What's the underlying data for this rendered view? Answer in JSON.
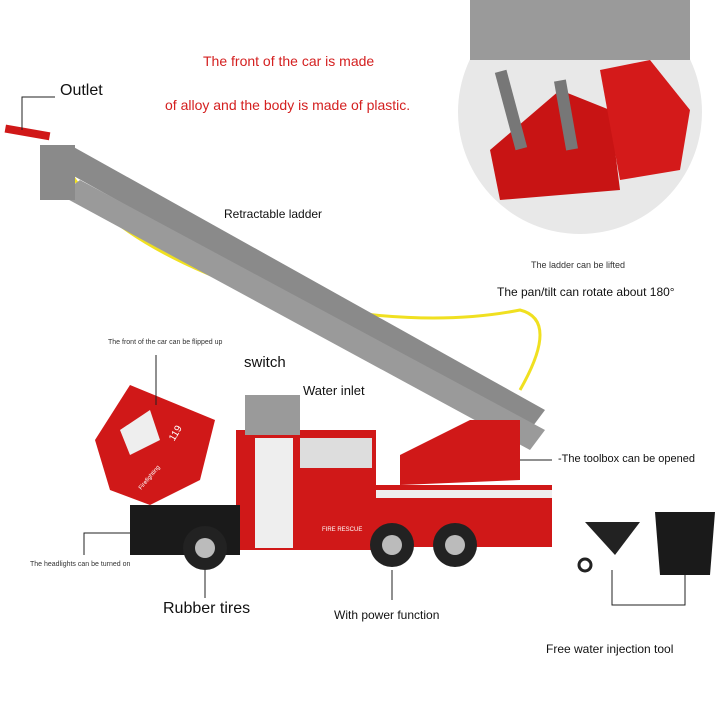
{
  "headline": {
    "line1": "The front of the car is made",
    "line2": "of alloy and the body is made of plastic."
  },
  "labels": {
    "outlet": "Outlet",
    "retractable_ladder": "Retractable ladder",
    "ladder_lifted": "The ladder can be lifted",
    "pan_tilt": "The pan/tilt can rotate about 180°",
    "front_flipped": "The front of the car can be flipped up",
    "switch": "switch",
    "water_inlet": "Water inlet",
    "toolbox": "-The toolbox can be opened",
    "headlights": "The headlights can be turned on",
    "rubber_tires": "Rubber tires",
    "power_function": "With power function",
    "water_tool": "Free water injection tool"
  },
  "truck_markings": {
    "number": "119",
    "side_text": "Firefighting",
    "body_text": "FIRE RESCUE"
  },
  "colors": {
    "truck_red": "#d01818",
    "ladder_gray": "#8a8a8a",
    "hose_yellow": "#f0e020"
  }
}
